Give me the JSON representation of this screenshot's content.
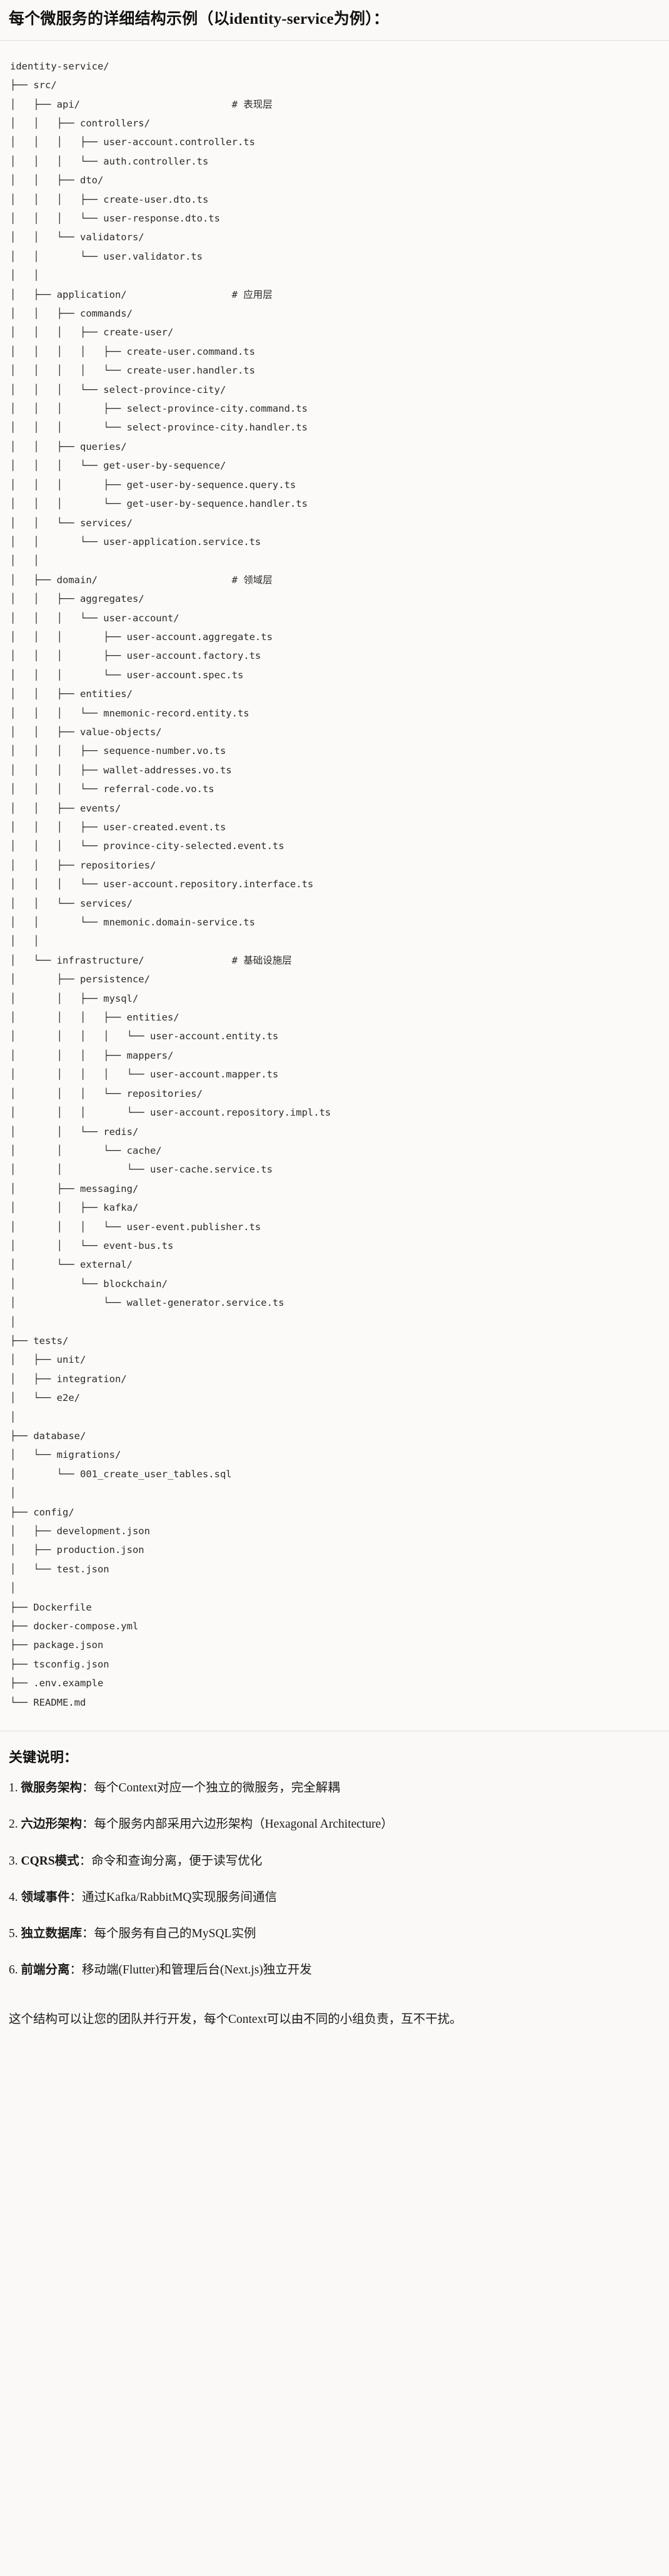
{
  "header": {
    "title": "每个微服务的详细结构示例（以identity-service为例）："
  },
  "tree": {
    "root": "identity-service/",
    "text": "identity-service/\n├── src/\n│   ├── api/                          # 表现层\n│   │   ├── controllers/\n│   │   │   ├── user-account.controller.ts\n│   │   │   └── auth.controller.ts\n│   │   ├── dto/\n│   │   │   ├── create-user.dto.ts\n│   │   │   └── user-response.dto.ts\n│   │   └── validators/\n│   │       └── user.validator.ts\n│   │\n│   ├── application/                  # 应用层\n│   │   ├── commands/\n│   │   │   ├── create-user/\n│   │   │   │   ├── create-user.command.ts\n│   │   │   │   └── create-user.handler.ts\n│   │   │   └── select-province-city/\n│   │   │       ├── select-province-city.command.ts\n│   │   │       └── select-province-city.handler.ts\n│   │   ├── queries/\n│   │   │   └── get-user-by-sequence/\n│   │   │       ├── get-user-by-sequence.query.ts\n│   │   │       └── get-user-by-sequence.handler.ts\n│   │   └── services/\n│   │       └── user-application.service.ts\n│   │\n│   ├── domain/                       # 领域层\n│   │   ├── aggregates/\n│   │   │   └── user-account/\n│   │   │       ├── user-account.aggregate.ts\n│   │   │       ├── user-account.factory.ts\n│   │   │       └── user-account.spec.ts\n│   │   ├── entities/\n│   │   │   └── mnemonic-record.entity.ts\n│   │   ├── value-objects/\n│   │   │   ├── sequence-number.vo.ts\n│   │   │   ├── wallet-addresses.vo.ts\n│   │   │   └── referral-code.vo.ts\n│   │   ├── events/\n│   │   │   ├── user-created.event.ts\n│   │   │   └── province-city-selected.event.ts\n│   │   ├── repositories/\n│   │   │   └── user-account.repository.interface.ts\n│   │   └── services/\n│   │       └── mnemonic.domain-service.ts\n│   │\n│   └── infrastructure/               # 基础设施层\n│       ├── persistence/\n│       │   ├── mysql/\n│       │   │   ├── entities/\n│       │   │   │   └── user-account.entity.ts\n│       │   │   ├── mappers/\n│       │   │   │   └── user-account.mapper.ts\n│       │   │   └── repositories/\n│       │   │       └── user-account.repository.impl.ts\n│       │   └── redis/\n│       │       └── cache/\n│       │           └── user-cache.service.ts\n│       ├── messaging/\n│       │   ├── kafka/\n│       │   │   └── user-event.publisher.ts\n│       │   └── event-bus.ts\n│       └── external/\n│           └── blockchain/\n│               └── wallet-generator.service.ts\n│\n├── tests/\n│   ├── unit/\n│   ├── integration/\n│   └── e2e/\n│\n├── database/\n│   └── migrations/\n│       └── 001_create_user_tables.sql\n│\n├── config/\n│   ├── development.json\n│   ├── production.json\n│   └── test.json\n│\n├── Dockerfile\n├── docker-compose.yml\n├── package.json\n├── tsconfig.json\n├── .env.example\n└── README.md",
    "comments": [
      {
        "label": "# 表现层",
        "target": "api/"
      },
      {
        "label": "# 应用层",
        "target": "application/"
      },
      {
        "label": "# 领域层",
        "target": "domain/"
      },
      {
        "label": "# 基础设施层",
        "target": "infrastructure/"
      }
    ]
  },
  "keys": {
    "title": "关键说明：",
    "items": [
      {
        "num": "1.",
        "term": "微服务架构",
        "sep": "：",
        "desc": "每个Context对应一个独立的微服务，完全解耦"
      },
      {
        "num": "2.",
        "term": "六边形架构",
        "sep": "：",
        "desc": "每个服务内部采用六边形架构（Hexagonal Architecture）"
      },
      {
        "num": "3.",
        "term": "CQRS模式",
        "sep": "：",
        "desc": "命令和查询分离，便于读写优化"
      },
      {
        "num": "4.",
        "term": "领域事件",
        "sep": "：",
        "desc": "通过Kafka/RabbitMQ实现服务间通信"
      },
      {
        "num": "5.",
        "term": "独立数据库",
        "sep": "：",
        "desc": "每个服务有自己的MySQL实例"
      },
      {
        "num": "6.",
        "term": "前端分离",
        "sep": "：",
        "desc": "移动端(Flutter)和管理后台(Next.js)独立开发"
      }
    ],
    "closing": "这个结构可以让您的团队并行开发，每个Context可以由不同的小组负责，互不干扰。"
  }
}
